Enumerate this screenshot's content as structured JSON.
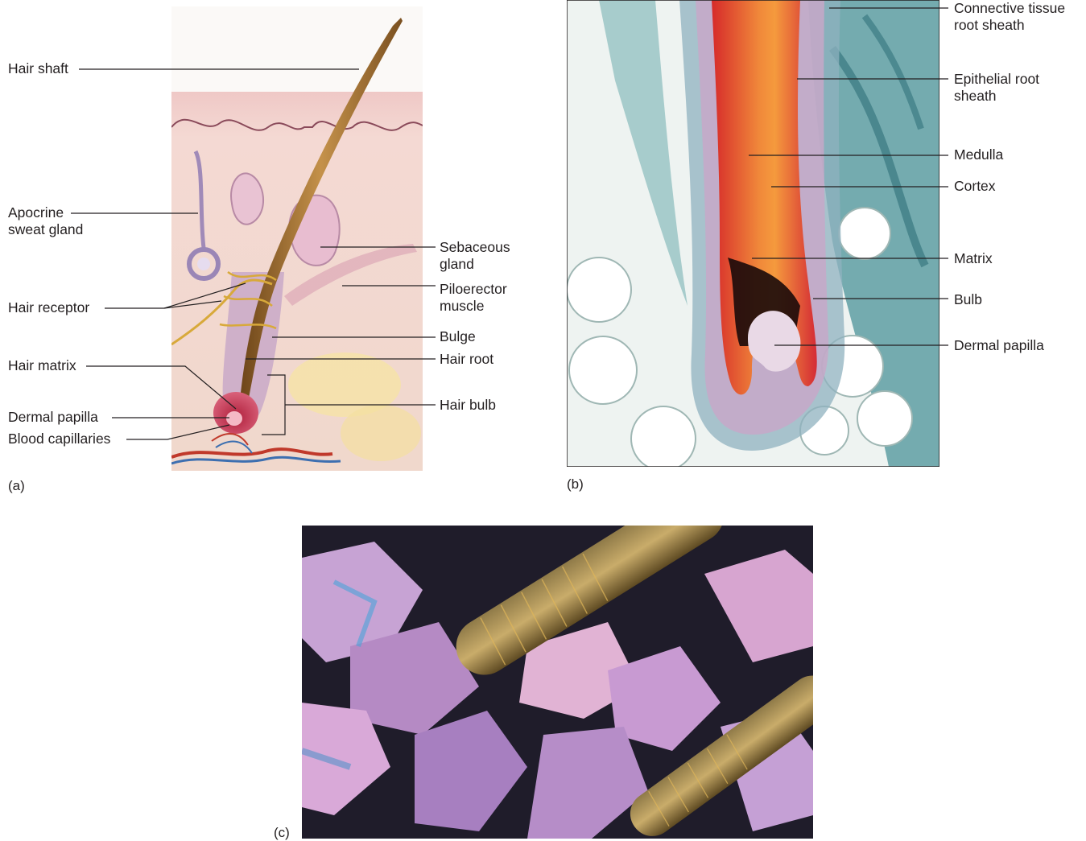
{
  "panel_a": {
    "tag": "(a)",
    "labels": {
      "hair_shaft": "Hair shaft",
      "apocrine_1": "Apocrine",
      "apocrine_2": "sweat gland",
      "hair_receptor": "Hair receptor",
      "hair_matrix": "Hair matrix",
      "dermal_papilla": "Dermal papilla",
      "blood_capillaries": "Blood capillaries",
      "sebaceous_1": "Sebaceous",
      "sebaceous_2": "gland",
      "piloerector_1": "Piloerector",
      "piloerector_2": "muscle",
      "bulge": "Bulge",
      "hair_root": "Hair root",
      "hair_bulb": "Hair bulb"
    }
  },
  "panel_b": {
    "tag": "(b)",
    "labels": {
      "connective_1": "Connective tissue",
      "connective_2": "root sheath",
      "epithelial_1": "Epithelial root",
      "epithelial_2": "sheath",
      "medulla": "Medulla",
      "cortex": "Cortex",
      "matrix": "Matrix",
      "bulb": "Bulb",
      "dermal_papilla": "Dermal papilla"
    }
  },
  "panel_c": {
    "tag": "(c)"
  },
  "colors": {
    "skin": "#f1d4cf",
    "hair": "#9b6b2f",
    "stain_blue": "#5fa3a8",
    "stain_red": "#e23b3b",
    "micrograph_dark": "#1f1c2a"
  }
}
